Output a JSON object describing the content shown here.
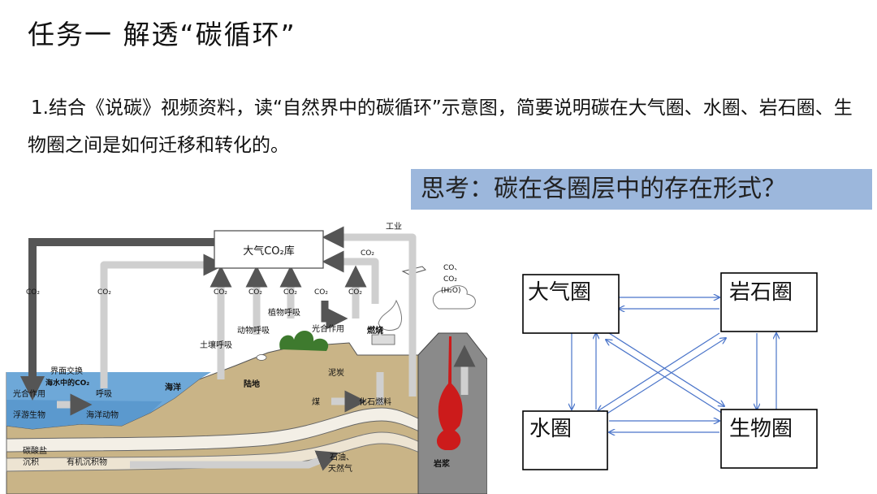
{
  "slide": {
    "title": "任务一   解透“碳循环”",
    "task_text": "1.结合《说碳》视频资料，读“自然界中的碳循环”示意图，简要说明碳在大气圈、水圈、岩石圈、生物圈之间是如何迁移和转化的。",
    "think_prompt": "思考：碳在各圈层中的存在形式？"
  },
  "cycle_diagram": {
    "reservoir": "大气CO₂库",
    "co2": "CO₂",
    "industry": "工业",
    "volcano_gas": [
      "CO、",
      "CO₂",
      "(H₂O)"
    ],
    "plant_resp": "植物呼吸",
    "animal_resp": "动物呼吸",
    "soil_resp": "土壤呼吸",
    "photosyn_land": "光合作用",
    "burning": "燃烧",
    "interface": "界面交换",
    "sea_co2": "海水中的CO₂",
    "photosyn_sea": "光合作用",
    "respiration": "呼吸",
    "ocean": "海洋",
    "land": "陆地",
    "plankton": "浮游生物",
    "sea_animals": "海洋动物",
    "peat": "泥炭",
    "coal": "煤",
    "fossil": "化石燃料",
    "carbonate": [
      "碳酸盐",
      "沉积"
    ],
    "organic": "有机沉积物",
    "oil_gas": [
      "石油、",
      "天然气"
    ],
    "magma": "岩浆"
  },
  "sphere_diagram": {
    "atmosphere": "大气圈",
    "lithosphere": "岩石圈",
    "hydrosphere": "水圈",
    "biosphere": "生物圈",
    "arrow_color": "#4a74c9"
  }
}
